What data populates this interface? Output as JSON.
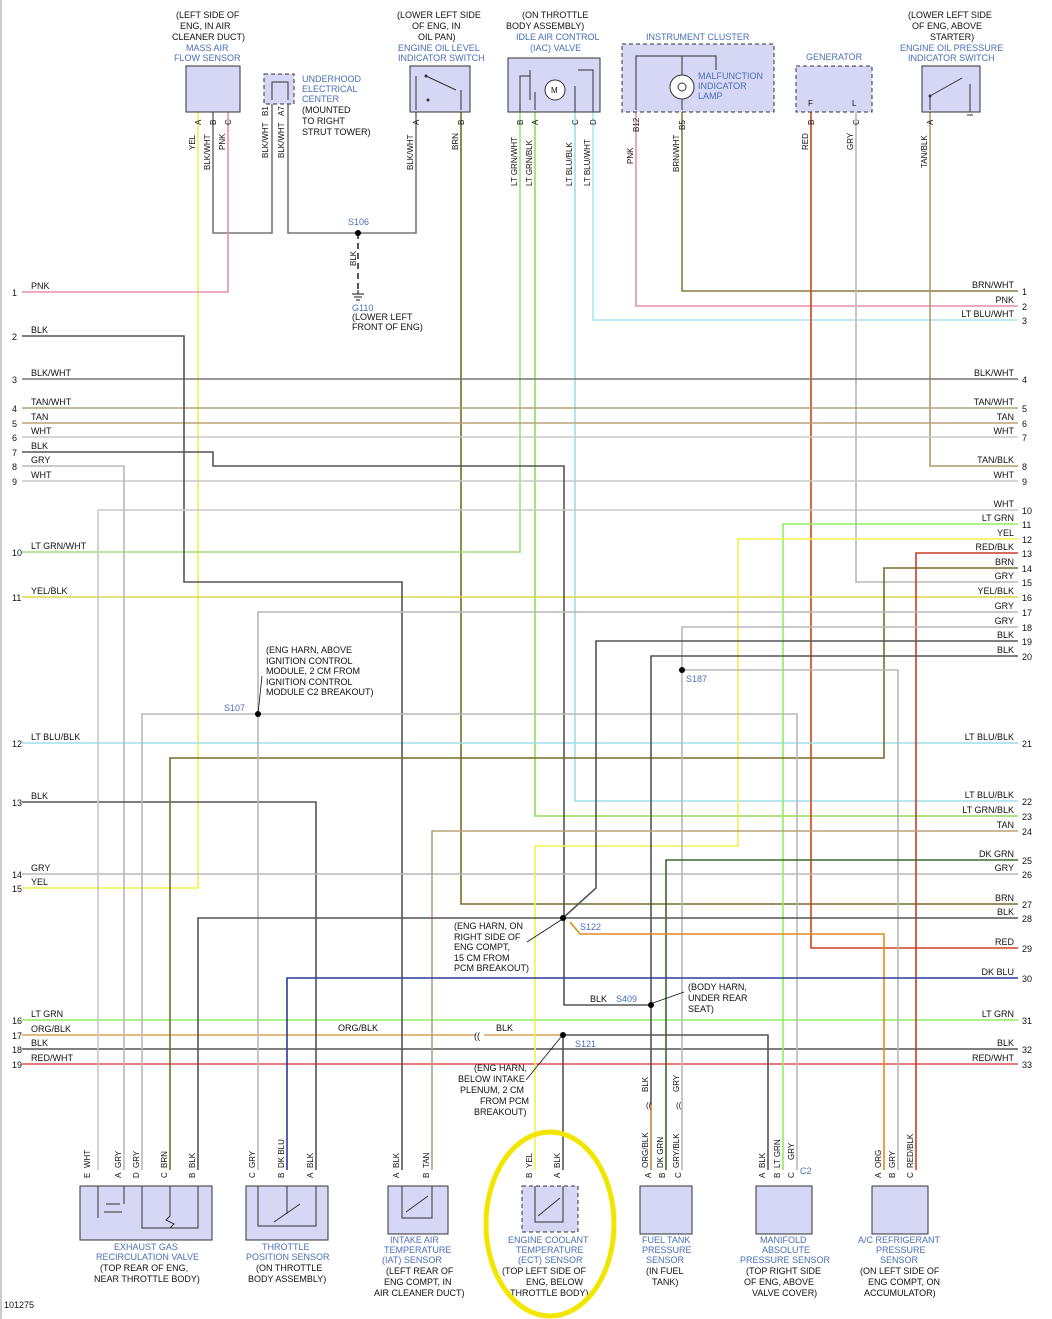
{
  "figure_id": "101275",
  "colors": {
    "PNK": "#e58fb0",
    "BLK": "#555555",
    "BLK/WHT": "#777777",
    "TAN/WHT": "#b3a07a",
    "TAN": "#b8a27a",
    "WHT": "#c8c8c8",
    "GRY": "#b8b8b8",
    "LT GRN/WHT": "#9be27a",
    "YEL/BLK": "#d8d84a",
    "LT BLU/BLK": "#a0dde8",
    "YEL": "#f2f24a",
    "LT GRN": "#90ee60",
    "ORG/BLK": "#d9a05a",
    "RED/WHT": "#e05050",
    "BRN/WHT": "#8a7a40",
    "LT BLU/WHT": "#a8e8f0",
    "TAN/BLK": "#b09a68",
    "RED/BLK": "#c83c28",
    "BRN": "#7a6a2a",
    "LT GRN/BLK": "#90dd5a",
    "DK GRN": "#3a6a2a",
    "RED": "#d04020",
    "DK BLU": "#2a3c9a",
    "ORG": "#e08a20",
    "GRY/BLK": "#999999",
    "DK BLU2": "#2a3c9a",
    "highlight": "#f2e600"
  },
  "top_components": {
    "maf": {
      "loc": [
        "(LEFT SIDE OF",
        "ENG, IN AIR",
        "CLEANER DUCT)"
      ],
      "name": [
        "MASS AIR",
        "FLOW SENSOR"
      ],
      "pins": [
        "A",
        "B",
        "C"
      ],
      "wires": [
        "YEL",
        "BLK/WHT",
        "PNK"
      ]
    },
    "uec": {
      "name": [
        "UNDERHOOD",
        "ELECTRICAL",
        "CENTER"
      ],
      "note": [
        "(MOUNTED",
        "TO RIGHT",
        "STRUT TOWER)"
      ],
      "pins": [
        "B1",
        "A7"
      ],
      "wires": [
        "BLK/WHT",
        "BLK/WHT"
      ]
    },
    "oil_level": {
      "loc": [
        "(LOWER LEFT SIDE",
        "OF ENG, IN",
        "OIL PAN)"
      ],
      "name": [
        "ENGINE OIL LEVEL",
        "INDICATOR SWITCH"
      ],
      "pins": [
        "A",
        "B"
      ],
      "wires": [
        "BLK/WHT",
        "BRN"
      ]
    },
    "iac": {
      "loc": [
        "(ON THROTTLE",
        "BODY ASSEMBLY)"
      ],
      "name": [
        "IDLE AIR CONTROL",
        "(IAC) VALVE"
      ],
      "pins": [
        "B",
        "A",
        "C",
        "D"
      ],
      "wires": [
        "LT GRN/WHT",
        "LT GRN/BLK",
        "LT BLU/BLK",
        "LT BLU/WHT"
      ],
      "motor": "M"
    },
    "cluster": {
      "name": "INSTRUMENT CLUSTER",
      "lamp": [
        "MALFUNCTION",
        "INDICATOR",
        "LAMP"
      ],
      "pins": [
        "B12",
        "B5"
      ],
      "wires": [
        "PNK",
        "BRN/WHT"
      ]
    },
    "generator": {
      "name": "GENERATOR",
      "pins": [
        "B",
        "C"
      ],
      "terms": [
        "F",
        "L"
      ],
      "wires": [
        "RED",
        "GRY"
      ]
    },
    "oil_pressure": {
      "loc": [
        "(LOWER LEFT SIDE",
        "OF ENG, ABOVE",
        "STARTER)"
      ],
      "name": [
        "ENGINE OIL PRESSURE",
        "INDICATOR SWITCH"
      ],
      "pins": [
        "A"
      ],
      "wires": [
        "TAN/BLK"
      ]
    }
  },
  "splices": {
    "s106": "S106",
    "blk": "BLK",
    "g110": "G110",
    "g110_loc": [
      "(LOWER LEFT",
      "FRONT OF ENG)"
    ],
    "s107": "S107",
    "s107_loc": [
      "(ENG HARN, ABOVE",
      "IGNITION CONTROL",
      "MODULE, 2 CM FROM",
      "IGNITION CONTROL",
      "MODULE C2 BREAKOUT)"
    ],
    "s187": "S187",
    "s122": "S122",
    "s122_loc": [
      "(ENG HARN, ON",
      "RIGHT SIDE OF",
      "ENG COMPT,",
      "15 CM FROM",
      "PCM BREAKOUT)"
    ],
    "s409": "S409",
    "s409_blk": "BLK",
    "s409_loc": [
      "(BODY HARN,",
      "UNDER REAR",
      "SEAT)"
    ],
    "s121": "S121",
    "s121_blk": "BLK",
    "s121_loc": [
      "(ENG HARN,",
      "BELOW INTAKE",
      "PLENUM, 2 CM",
      "FROM PCM",
      "BREAKOUT)"
    ],
    "org_blk_mid": "ORG/BLK"
  },
  "left_rows": [
    {
      "num": "1",
      "label": "PNK"
    },
    {
      "num": "2",
      "label": "BLK"
    },
    {
      "num": "3",
      "label": "BLK/WHT"
    },
    {
      "num": "4",
      "label": "TAN/WHT"
    },
    {
      "num": "5",
      "label": "TAN"
    },
    {
      "num": "6",
      "label": "WHT"
    },
    {
      "num": "7",
      "label": "BLK"
    },
    {
      "num": "8",
      "label": "GRY"
    },
    {
      "num": "9",
      "label": "WHT"
    },
    {
      "num": "10",
      "label": "LT GRN/WHT"
    },
    {
      "num": "11",
      "label": "YEL/BLK"
    },
    {
      "num": "12",
      "label": "LT BLU/BLK"
    },
    {
      "num": "13",
      "label": "BLK"
    },
    {
      "num": "14",
      "label": "GRY"
    },
    {
      "num": "15",
      "label": "YEL"
    },
    {
      "num": "16",
      "label": "LT GRN"
    },
    {
      "num": "17",
      "label": "ORG/BLK"
    },
    {
      "num": "18",
      "label": "BLK"
    },
    {
      "num": "19",
      "label": "RED/WHT"
    }
  ],
  "right_rows": [
    {
      "num": "1",
      "label": "BRN/WHT"
    },
    {
      "num": "2",
      "label": "PNK"
    },
    {
      "num": "3",
      "label": "LT BLU/WHT"
    },
    {
      "num": "4",
      "label": "BLK/WHT"
    },
    {
      "num": "5",
      "label": "TAN/WHT"
    },
    {
      "num": "6",
      "label": "TAN"
    },
    {
      "num": "7",
      "label": "WHT"
    },
    {
      "num": "8",
      "label": "TAN/BLK"
    },
    {
      "num": "9",
      "label": "WHT"
    },
    {
      "num": "10",
      "label": "WHT"
    },
    {
      "num": "11",
      "label": "LT GRN"
    },
    {
      "num": "12",
      "label": "YEL"
    },
    {
      "num": "13",
      "label": "RED/BLK"
    },
    {
      "num": "14",
      "label": "BRN"
    },
    {
      "num": "15",
      "label": "GRY"
    },
    {
      "num": "16",
      "label": "YEL/BLK"
    },
    {
      "num": "17",
      "label": "GRY"
    },
    {
      "num": "18",
      "label": "GRY"
    },
    {
      "num": "19",
      "label": "BLK"
    },
    {
      "num": "20",
      "label": "BLK"
    },
    {
      "num": "21",
      "label": "LT BLU/BLK"
    },
    {
      "num": "22",
      "label": "LT BLU/BLK"
    },
    {
      "num": "23",
      "label": "LT GRN/BLK"
    },
    {
      "num": "24",
      "label": "TAN"
    },
    {
      "num": "25",
      "label": "DK GRN"
    },
    {
      "num": "26",
      "label": "GRY"
    },
    {
      "num": "27",
      "label": "BRN"
    },
    {
      "num": "28",
      "label": "BLK"
    },
    {
      "num": "29",
      "label": "RED"
    },
    {
      "num": "30",
      "label": "DK BLU"
    },
    {
      "num": "31",
      "label": "LT GRN"
    },
    {
      "num": "32",
      "label": "BLK"
    },
    {
      "num": "33",
      "label": "RED/WHT"
    }
  ],
  "bottom_components": {
    "egr": {
      "name": [
        "EXHAUST GAS",
        "RECIRCULATION VALVE"
      ],
      "loc": [
        "(TOP REAR OF ENG,",
        "NEAR THROTTLE BODY)"
      ],
      "pins": [
        "E",
        "A",
        "D",
        "C",
        "B"
      ],
      "wires": [
        "WHT",
        "GRY",
        "GRY",
        "BRN",
        "BLK"
      ]
    },
    "tps": {
      "name": [
        "THROTTLE",
        "POSITION SENSOR"
      ],
      "loc": [
        "(ON THROTTLE",
        "BODY ASSEMBLY)"
      ],
      "pins": [
        "C",
        "B",
        "A"
      ],
      "wires": [
        "GRY",
        "DK BLU",
        "BLK"
      ]
    },
    "iat": {
      "name": [
        "INTAKE AIR",
        "TEMPERATURE",
        "(IAT) SENSOR"
      ],
      "loc": [
        "(LEFT REAR OF",
        "ENG COMPT, IN",
        "AIR CLEANER DUCT)"
      ],
      "pins": [
        "A",
        "B"
      ],
      "wires": [
        "BLK",
        "TAN"
      ]
    },
    "ect": {
      "name": [
        "ENGINE COOLANT",
        "TEMPERATURE",
        "(ECT) SENSOR"
      ],
      "loc": [
        "(TOP LEFT SIDE OF",
        "ENG, BELOW",
        "THROTTLE BODY)"
      ],
      "pins": [
        "B",
        "A"
      ],
      "wires": [
        "YEL",
        "BLK"
      ]
    },
    "ftp": {
      "name": [
        "FUEL TANK",
        "PRESSURE",
        "SENSOR"
      ],
      "loc": [
        "(IN FUEL",
        "TANK)"
      ],
      "pins": [
        "A",
        "B",
        "C"
      ],
      "wires": [
        "ORG/BLK",
        "DK GRN",
        "GRY/BLK"
      ],
      "above": [
        "BLK",
        "GRY"
      ]
    },
    "map": {
      "name": [
        "MANIFOLD",
        "ABSOLUTE",
        "PRESSURE SENSOR"
      ],
      "loc": [
        "(TOP RIGHT SIDE",
        "OF ENG, ABOVE",
        "VALVE COVER)"
      ],
      "pins": [
        "A",
        "B",
        "C"
      ],
      "wires": [
        "BLK",
        "LT GRN",
        "GRY"
      ]
    },
    "acp": {
      "name": [
        "A/C REFRIGERANT",
        "PRESSURE",
        "SENSOR"
      ],
      "loc": [
        "(ON LEFT SIDE OF",
        "ENG COMPT, ON",
        "ACCUMULATOR)"
      ],
      "pins": [
        "A",
        "B",
        "C"
      ],
      "wires": [
        "ORG",
        "GRY",
        "RED/BLK"
      ]
    }
  }
}
